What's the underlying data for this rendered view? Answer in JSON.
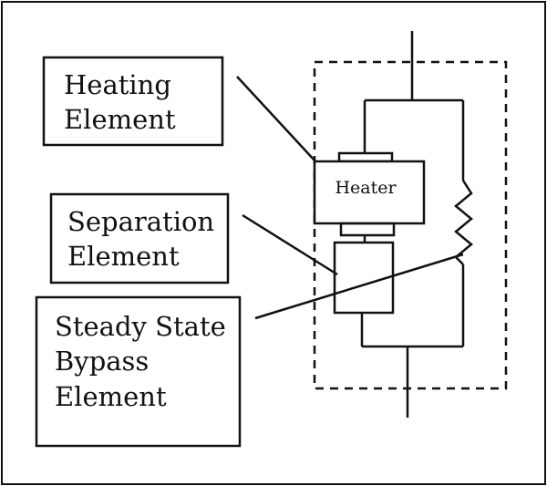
{
  "labels": {
    "heating": [
      "Heating",
      "Element"
    ],
    "separation": [
      "Separation",
      "Element"
    ],
    "bypass": [
      "Steady State",
      "Bypass",
      "Element"
    ]
  },
  "component": {
    "heater_label": "Heater"
  }
}
